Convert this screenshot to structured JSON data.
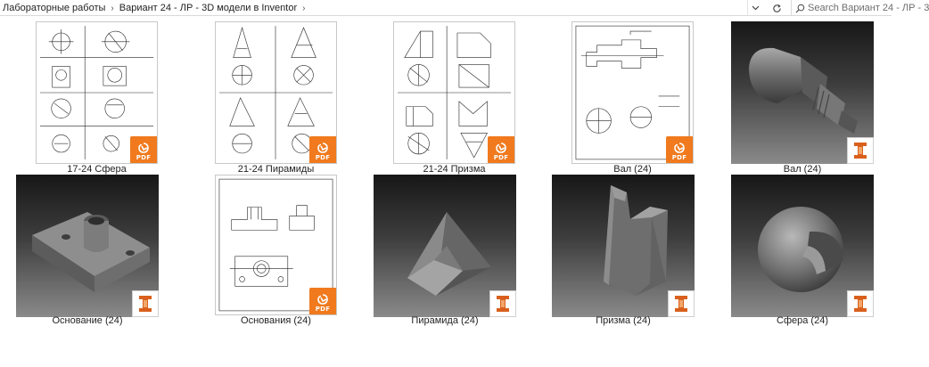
{
  "address": {
    "crumbs": [
      "Лабораторные работы",
      "Вариант 24 - ЛР - 3D модели в Inventor"
    ],
    "search_placeholder": "Search Вариант 24 - ЛР - 3"
  },
  "files": [
    {
      "name": "17-24 Сфера",
      "kind": "pdf"
    },
    {
      "name": "21-24 Пирамиды",
      "kind": "pdf"
    },
    {
      "name": "21-24 Призма",
      "kind": "pdf"
    },
    {
      "name": "Вал  (24)",
      "kind": "pdf"
    },
    {
      "name": "Вал (24)",
      "kind": "inventor"
    },
    {
      "name": "Основание  (24)",
      "kind": "inventor"
    },
    {
      "name": "Основания (24)",
      "kind": "pdf"
    },
    {
      "name": "Пирамида (24)",
      "kind": "inventor"
    },
    {
      "name": "Призма (24)",
      "kind": "inventor"
    },
    {
      "name": "Сфера (24)",
      "kind": "inventor"
    }
  ],
  "badges": {
    "pdf": "PDF"
  },
  "colors": {
    "pdf_badge": "#f07a1d",
    "inventor_badge": "#d9601c",
    "render_bg_top": "#171717"
  }
}
